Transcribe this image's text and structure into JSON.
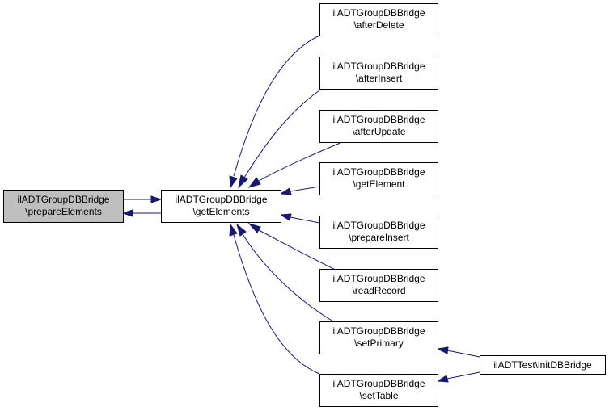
{
  "nodes": {
    "prepare_elements": {
      "line1": "ilADTGroupDBBridge",
      "line2": "\\prepareElements"
    },
    "get_elements": {
      "line1": "ilADTGroupDBBridge",
      "line2": "\\getElements"
    },
    "after_delete": {
      "line1": "ilADTGroupDBBridge",
      "line2": "\\afterDelete"
    },
    "after_insert": {
      "line1": "ilADTGroupDBBridge",
      "line2": "\\afterInsert"
    },
    "after_update": {
      "line1": "ilADTGroupDBBridge",
      "line2": "\\afterUpdate"
    },
    "get_element": {
      "line1": "ilADTGroupDBBridge",
      "line2": "\\getElement"
    },
    "prepare_insert": {
      "line1": "ilADTGroupDBBridge",
      "line2": "\\prepareInsert"
    },
    "read_record": {
      "line1": "ilADTGroupDBBridge",
      "line2": "\\readRecord"
    },
    "set_primary": {
      "line1": "ilADTGroupDBBridge",
      "line2": "\\setPrimary"
    },
    "set_table": {
      "line1": "ilADTGroupDBBridge",
      "line2": "\\setTable"
    },
    "init_db_bridge": {
      "line1": "ilADTTest\\initDBBridge"
    }
  },
  "colors": {
    "edge": "#191970",
    "current_node_fill": "#bfbfbf",
    "node_fill": "#ffffff",
    "node_border": "#000000"
  }
}
